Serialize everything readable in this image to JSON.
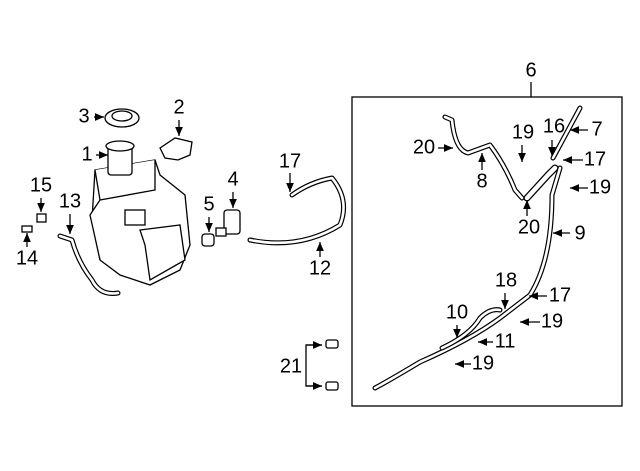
{
  "diagram": {
    "group_label": "6",
    "callouts": {
      "c1": "1",
      "c2": "2",
      "c3": "3",
      "c4": "4",
      "c5": "5",
      "c7": "7",
      "c8": "8",
      "c9": "9",
      "c10": "10",
      "c11": "11",
      "c12": "12",
      "c13": "13",
      "c14": "14",
      "c15": "15",
      "c16": "16",
      "c17a": "17",
      "c17b": "17",
      "c17c": "17",
      "c18": "18",
      "c19a": "19",
      "c19b": "19",
      "c19c": "19",
      "c19d": "19",
      "c20a": "20",
      "c20b": "20",
      "c21": "21"
    }
  }
}
